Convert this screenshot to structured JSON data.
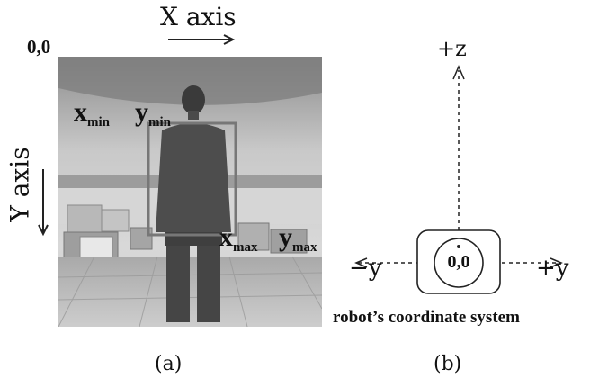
{
  "panel_a": {
    "x_axis_label": "X axis",
    "y_axis_label": "Y axis",
    "origin_label": "0,0",
    "xmin_base": "x",
    "xmin_sub": "min",
    "ymin_base": "y",
    "ymin_sub": "min",
    "xmax_base": "x",
    "xmax_sub": "max",
    "ymax_base": "y",
    "ymax_sub": "max",
    "caption": "(a)"
  },
  "panel_b": {
    "pos_z": "+z",
    "neg_y": "−y",
    "pos_y": "+y",
    "origin": "0,0",
    "robot_caption": "robot’s coordinate system",
    "caption": "(b)"
  },
  "colors": {
    "bbox": "#777777",
    "axis": "#222222"
  }
}
